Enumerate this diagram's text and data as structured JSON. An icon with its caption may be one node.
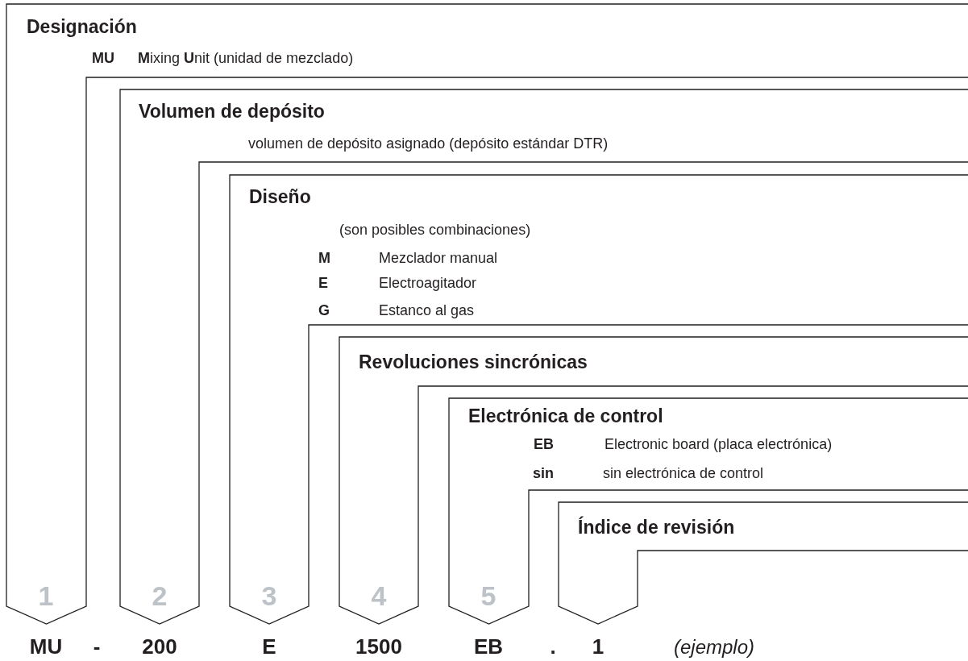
{
  "diagram": {
    "nodes": [
      {
        "text": [
          "Designación",
          "MU",
          "**M**ixing **U**nit (unidad de mezclado)",
          "1"
        ]
      },
      {
        "text": [
          "Volumen de depósito",
          "volumen de depósito asignado (depósito estándar DTR)",
          "2"
        ],
        "in": 0
      },
      {
        "text": [
          "Diseño",
          "(son posibles combinaciones)",
          "M",
          "Mezclador manual",
          "E",
          "Electroagitador",
          "G",
          "Estanco al gas",
          "3"
        ],
        "in": 1
      },
      {
        "text": [
          "Revoluciones sincrónicas",
          "4"
        ],
        "in": 2
      },
      {
        "text": [
          "Electrónica de control",
          "EB",
          "Electronic board (placa electrónica)",
          "sin",
          "sin electrónica de control",
          "5"
        ],
        "in": 3
      },
      {
        "text": [
          "Índice de revisión"
        ],
        "in": 4
      }
    ],
    "labels": [
      "MU",
      "-",
      "200",
      "E",
      "1500",
      "EB",
      ".",
      "1",
      "(ejemplo)"
    ]
  }
}
